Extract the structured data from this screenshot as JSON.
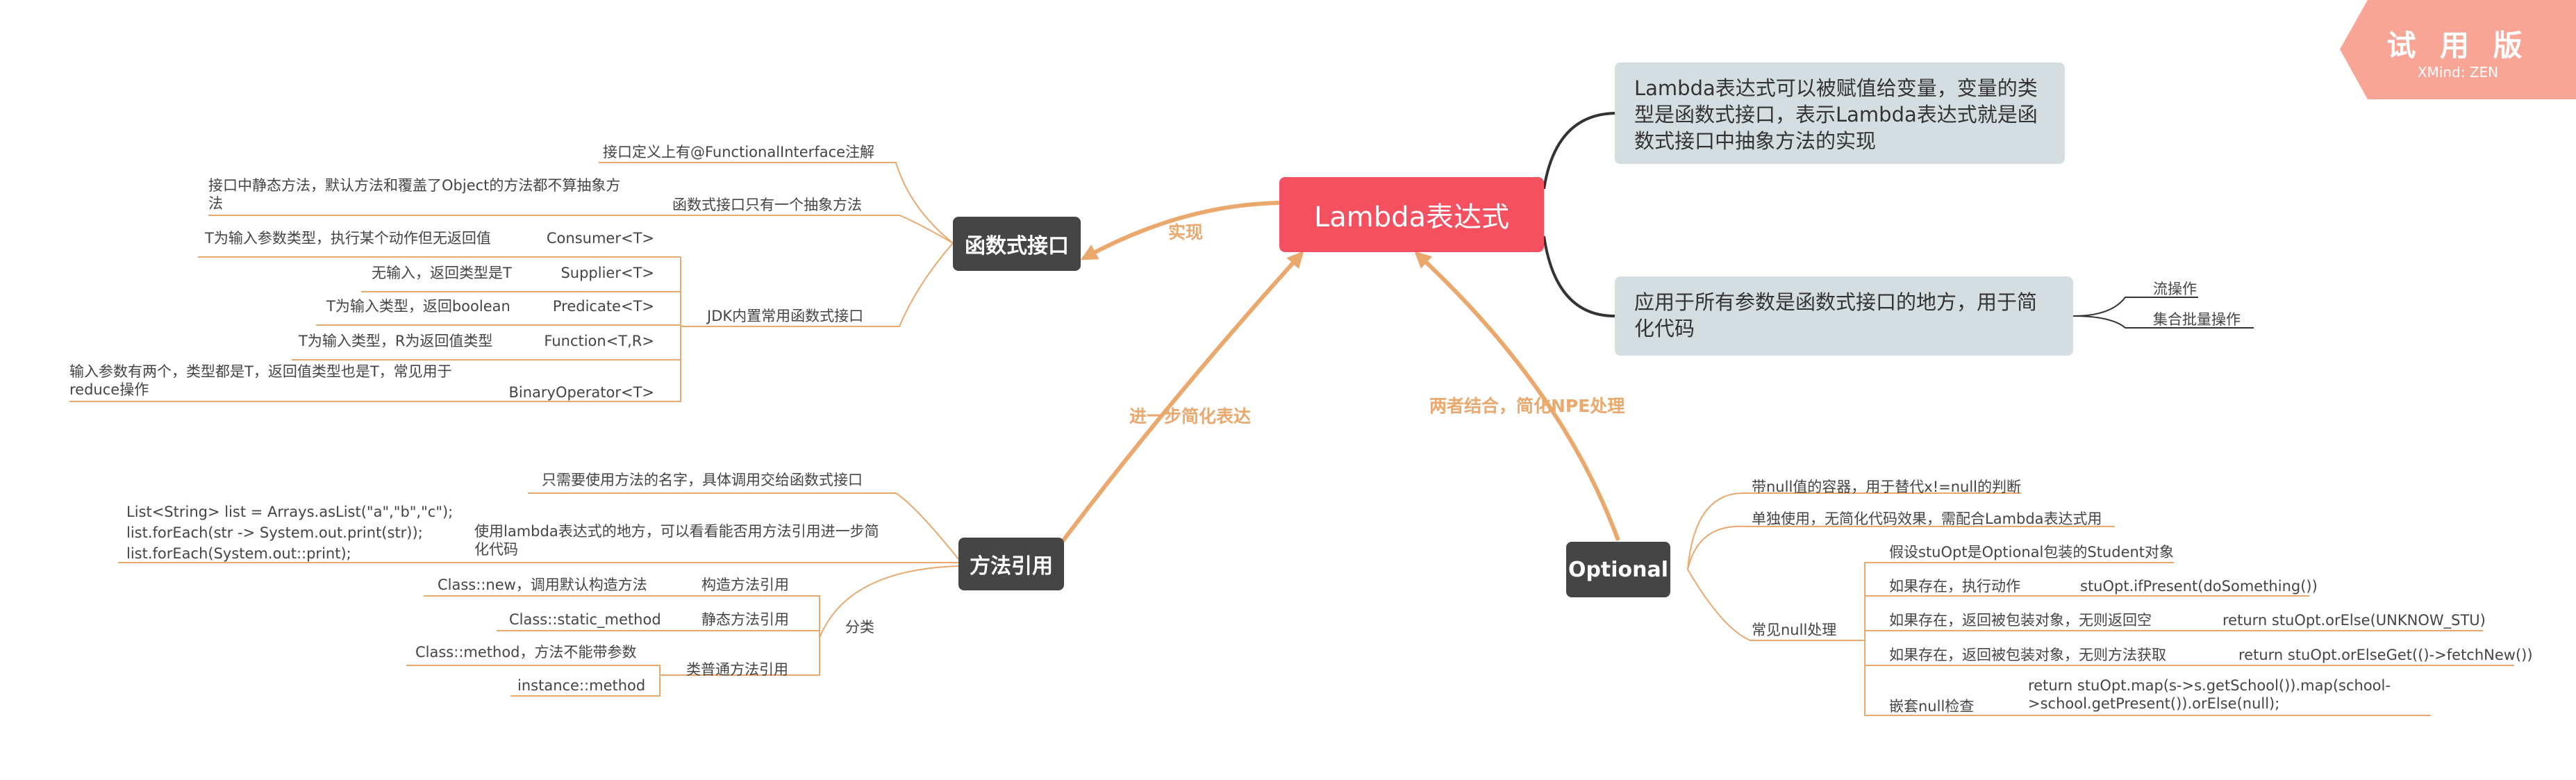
{
  "watermark": {
    "title": "试 用 版",
    "subtitle": "XMind: ZEN"
  },
  "central": "Lambda表达式",
  "edge_labels": {
    "implement": "实现",
    "simplify": "进一步简化表达",
    "combine": "两者结合，简化NPE处理"
  },
  "right_boxes": {
    "assign": "Lambda表达式可以被赋值给变量，变量的类型是函数式接口，表示Lambda表达式就是函数式接口中抽象方法的实现",
    "usage": "应用于所有参数是函数式接口的地方，用于简化代码",
    "usage_items": [
      "流操作",
      "集合批量操作"
    ]
  },
  "functional": {
    "title": "函数式接口",
    "annotation": "接口定义上有@FunctionalInterface注解",
    "single_abstract": "函数式接口只有一个抽象方法",
    "single_abstract_note": "接口中静态方法，默认方法和覆盖了Object的方法都不算抽象方法",
    "jdk": "JDK内置常用函数式接口",
    "interfaces": [
      {
        "name": "Consumer<T>",
        "desc": "T为输入参数类型，执行某个动作但无返回值"
      },
      {
        "name": "Supplier<T>",
        "desc": "无输入，返回类型是T"
      },
      {
        "name": "Predicate<T>",
        "desc": "T为输入类型，返回boolean"
      },
      {
        "name": "Function<T,R>",
        "desc": "T为输入类型，R为返回值类型"
      },
      {
        "name": "BinaryOperator<T>",
        "desc": "输入参数有两个，类型都是T，返回值类型也是T，常见用于reduce操作"
      }
    ]
  },
  "methodref": {
    "title": "方法引用",
    "name_only": "只需要使用方法的名字，具体调用交给函数式接口",
    "further": "使用lambda表达式的地方，可以看看能否用方法引用进一步简化代码",
    "code": [
      "List<String> list = Arrays.asList(\"a\",\"b\",\"c\");",
      "list.forEach(str -> System.out.print(str));",
      "list.forEach(System.out::print);"
    ],
    "classify": "分类",
    "constructor": "构造方法引用",
    "constructor_ex": "Class::new，调用默认构造方法",
    "static": "静态方法引用",
    "static_ex": "Class::static_method",
    "normal": "类普通方法引用",
    "normal_ex1": "Class::method，方法不能带参数",
    "normal_ex2": "instance::method"
  },
  "optional": {
    "title": "Optional",
    "container": "带null值的容器，用于替代x!=null的判断",
    "alone": "单独使用，无简化代码效果，需配合Lambda表达式用",
    "common": "常见null处理",
    "assume": "假设stuOpt是Optional包装的Student对象",
    "cases": [
      {
        "label": "如果存在，执行动作",
        "code": "stuOpt.ifPresent(doSomething())"
      },
      {
        "label": "如果存在，返回被包装对象，无则返回空",
        "code": "return stuOpt.orElse(UNKNOW_STU)"
      },
      {
        "label": "如果存在，返回被包装对象，无则方法获取",
        "code": "return stuOpt.orElseGet(()->fetchNew())"
      }
    ],
    "nested_label": "嵌套null检查",
    "nested_code": "return stuOpt.map(s->s.getSchool()).map(school->school.getPresent()).orElse(null);"
  }
}
